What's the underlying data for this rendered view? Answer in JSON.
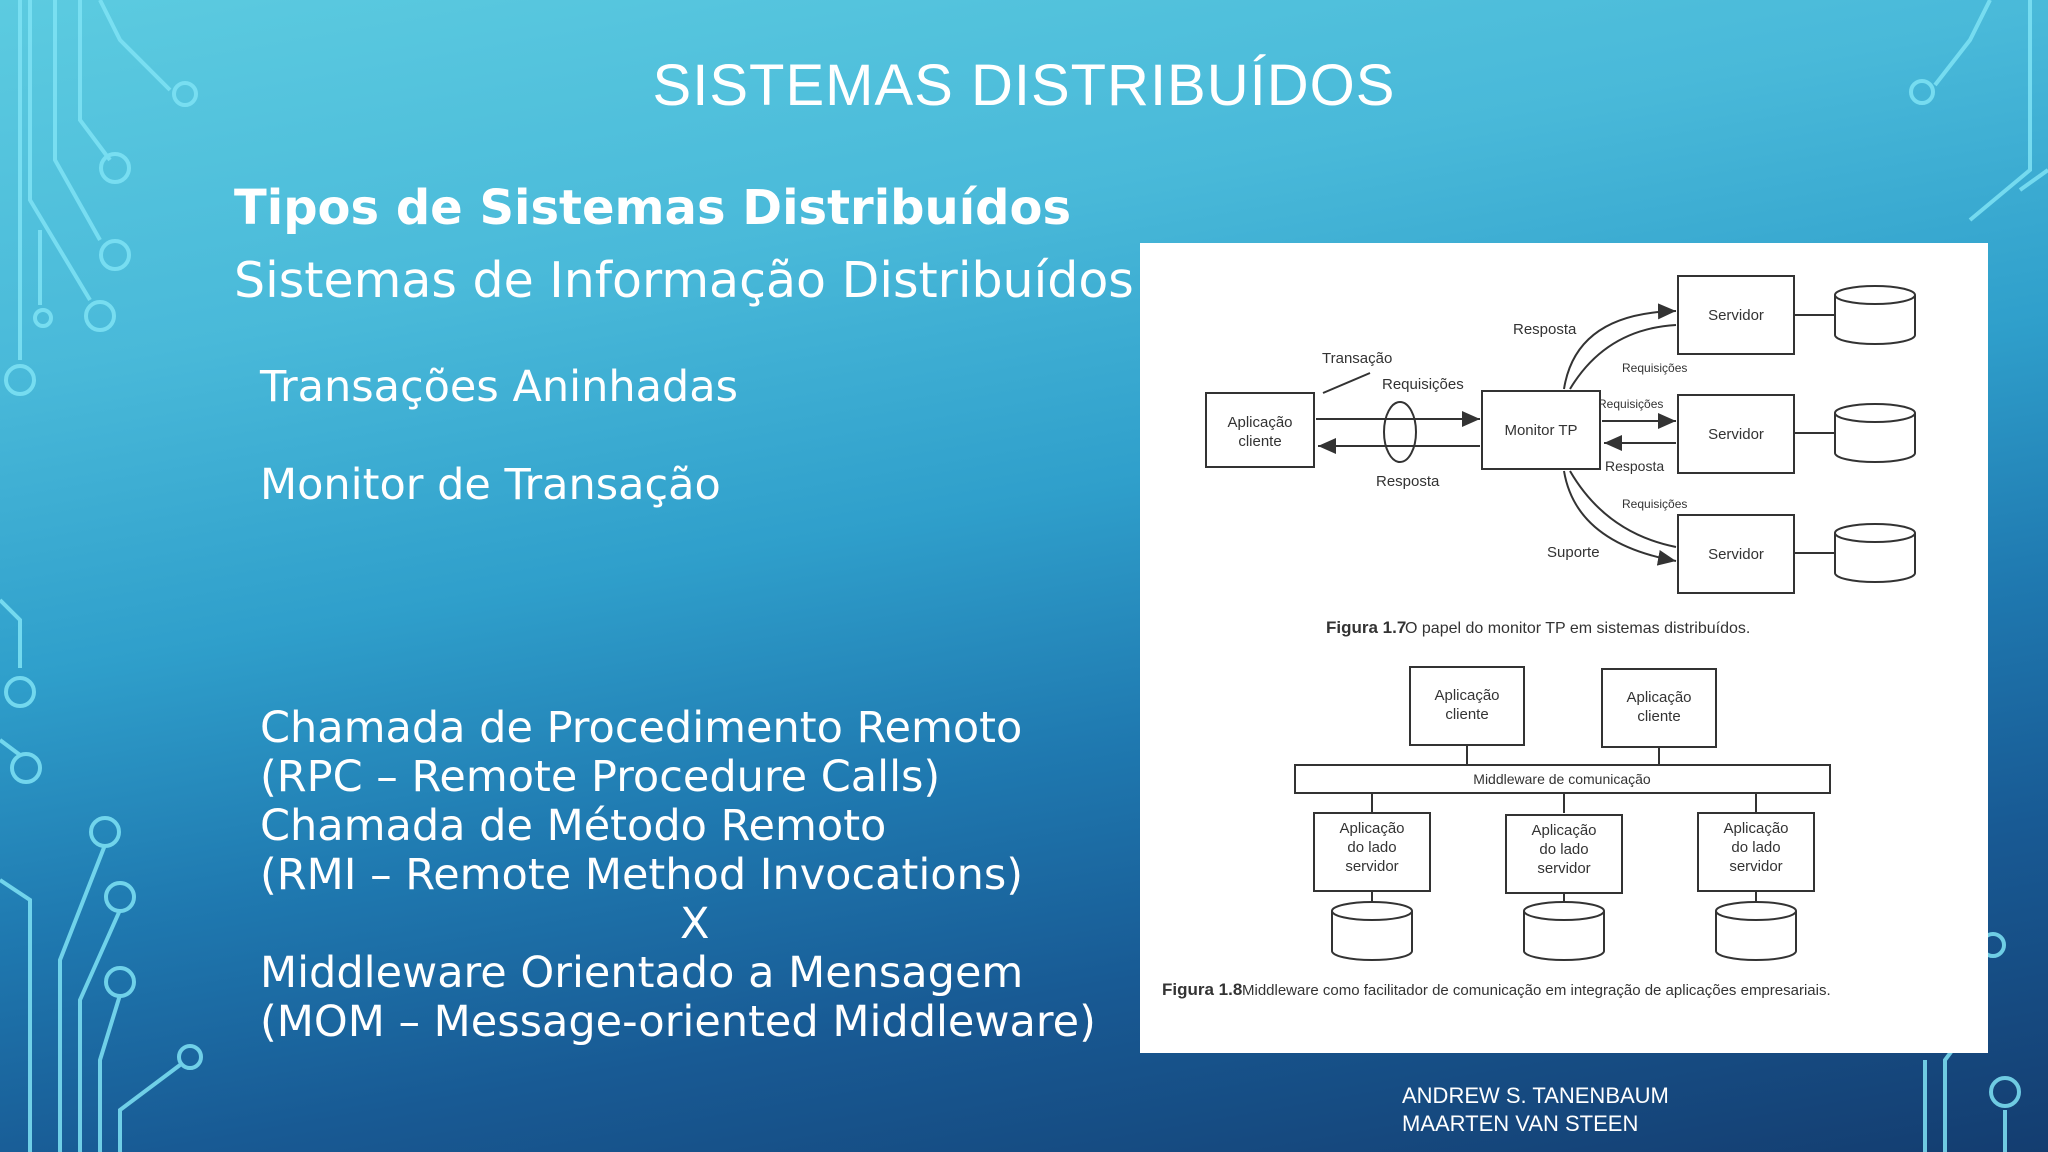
{
  "slide": {
    "title": "SISTEMAS DISTRIBUÍDOS",
    "heading": "Tipos de Sistemas Distribuídos",
    "subheading": "Sistemas de Informação Distribuídos",
    "items": [
      "Transações Aninhadas",
      "Monitor de Transação"
    ],
    "block_lines": [
      "Chamada de Procedimento Remoto",
      "(RPC – Remote Procedure Calls)",
      "Chamada de Método Remoto",
      "(RMI – Remote Method Invocations)",
      "X",
      "Middleware Orientado a Mensagem",
      "(MOM – Message-oriented Middleware)"
    ],
    "credits": [
      "ANDREW S. TANENBAUM",
      "MAARTEN VAN STEEN"
    ]
  },
  "figure_1_7": {
    "client": [
      "Aplicação",
      "cliente"
    ],
    "monitor": "Monitor TP",
    "server": "Servidor",
    "labels": {
      "transacao": "Transação",
      "requisicoes": "Requisições",
      "resposta": "Resposta",
      "suporte": "Suporte"
    },
    "caption_label": "Figura 1.7",
    "caption_text": "O papel do monitor TP em sistemas distribuídos."
  },
  "figure_1_8": {
    "client": [
      "Aplicação",
      "cliente"
    ],
    "middleware": "Middleware de comunicação",
    "server_app": [
      "Aplicação",
      "do lado",
      "servidor"
    ],
    "caption_label": "Figura 1.8",
    "caption_text": "Middleware como facilitador de comunicação em integração de aplicações empresariais."
  }
}
